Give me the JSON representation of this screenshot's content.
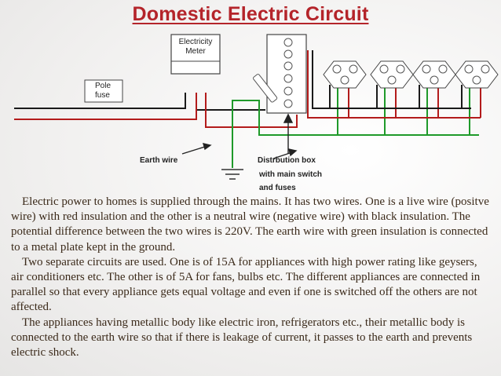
{
  "title": "Domestic Electric Circuit",
  "diagram": {
    "meter_label_line1": "Electricity",
    "meter_label_line2": "Meter",
    "pole_fuse_line1": "Pole",
    "pole_fuse_line2": "fuse",
    "earth_wire_label": "Earth wire",
    "distribution_line1": "Distrbution box",
    "distribution_line2": "with main switch",
    "distribution_line3": "and fuses",
    "colors": {
      "live": "#b31b1b",
      "neutral": "#1a1a1a",
      "earth": "#1f9a2a",
      "title": "#b4242a"
    }
  },
  "paragraphs": [
    "Electric power to homes is supplied through the mains. It has two wires. One is a live wire (positve wire) with red insulation and the other is a neutral wire (negative wire) with black insulation. The potential difference between the two wires is 220V. The earth wire with green insulation is connected to a metal plate kept in the ground.",
    "Two separate circuits are used. One is of 15A for appliances with high power rating like geysers, air conditioners etc. The other is of 5A for fans, bulbs etc. The different appliances are connected in parallel so that every appliance gets equal voltage and even if one is switched off the others are not affected.",
    "The appliances having metallic body like electric iron, refrigerators etc., their metallic body is connected to the earth wire so that if there is leakage of current, it passes to the earth and prevents electric shock."
  ]
}
